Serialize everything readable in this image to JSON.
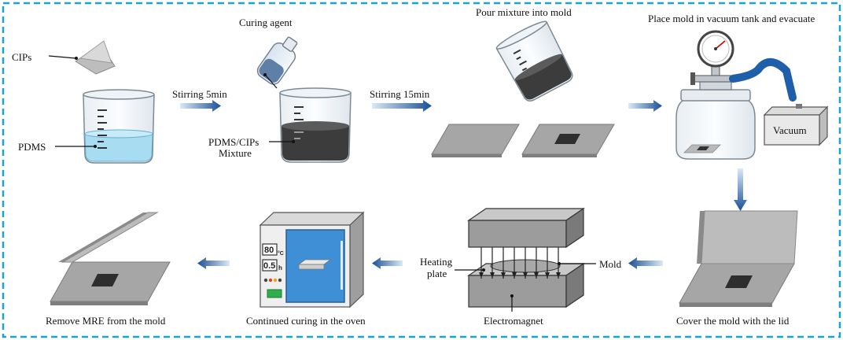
{
  "labels": {
    "cips": "CIPs",
    "pdms": "PDMS",
    "curing_agent": "Curing agent",
    "stir1": "Stirring 5min",
    "mixture_line1": "PDMS/CIPs",
    "mixture_line2": "Mixture",
    "stir2": "Stirring 15min",
    "pour": "Pour mixture into mold",
    "vacuum_title": "Place mold in vacuum tank and evacuate",
    "vacuum_box": "Vacuum",
    "cover": "Cover the mold with the lid",
    "heating_line1": "Heating",
    "heating_line2": "plate",
    "mold": "Mold",
    "electromagnet": "Electromagnet",
    "oven_caption": "Continued curing in the oven",
    "remove": "Remove MRE from the mold"
  },
  "oven": {
    "temperature": "80",
    "temp_unit": "°C",
    "time": "0.5",
    "time_unit": "h"
  },
  "colors": {
    "border": "#1aa3d9",
    "arrow_dark": "#1a4f95",
    "arrow_light": "#d6e6f7",
    "liquid_blue": "#a8dcf0",
    "mixture": "#3c3c3c",
    "plate": "#a6a6a6",
    "oven_blue": "#3f8fd6",
    "hose": "#1f5ea8"
  }
}
